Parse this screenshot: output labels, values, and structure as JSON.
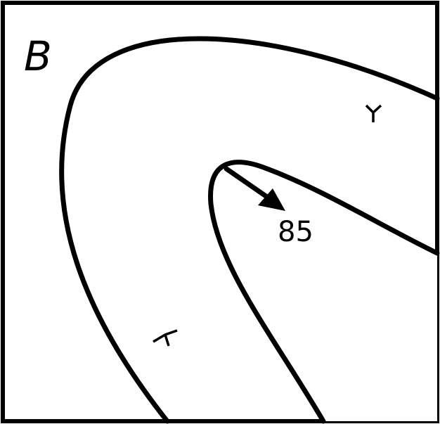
{
  "figure": {
    "panel_label": "B",
    "arrow_value": "85",
    "gamma_symbol": "γ",
    "colors": {
      "ink": "#000000",
      "paper": "#ffffff"
    }
  }
}
